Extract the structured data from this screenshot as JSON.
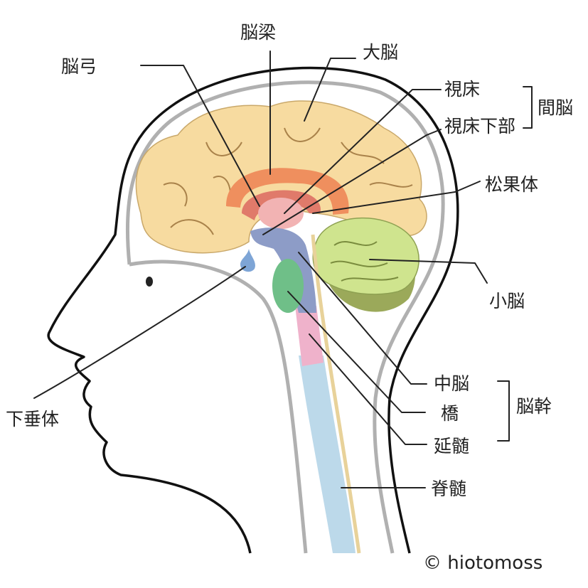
{
  "labels": {
    "corpus_callosum": "脳梁",
    "fornix": "脳弓",
    "cerebrum": "大脳",
    "thalamus": "視床",
    "hypothalamus": "視床下部",
    "diencephalon": "間脳",
    "pineal_body": "松果体",
    "cerebellum": "小脳",
    "pituitary": "下垂体",
    "midbrain": "中脳",
    "pons": "橋",
    "medulla": "延髄",
    "brainstem": "脳幹",
    "spinal_cord": "脊髄"
  },
  "credit": "© hiotomoss",
  "colors": {
    "cerebrum": "#f7dba0",
    "corpus_callosum": "#ef8f5e",
    "fornix": "#e07a6a",
    "thalamus": "#f2b3b3",
    "midbrain": "#8d9cc7",
    "pons": "#6fbf88",
    "medulla": "#efb2cb",
    "spinal_cord": "#bcd9ea",
    "cerebellum": "#cfe48e",
    "cerebellum_base": "#9ba95a",
    "pituitary": "#7ea5d6",
    "skull": "#b0b0b0"
  }
}
